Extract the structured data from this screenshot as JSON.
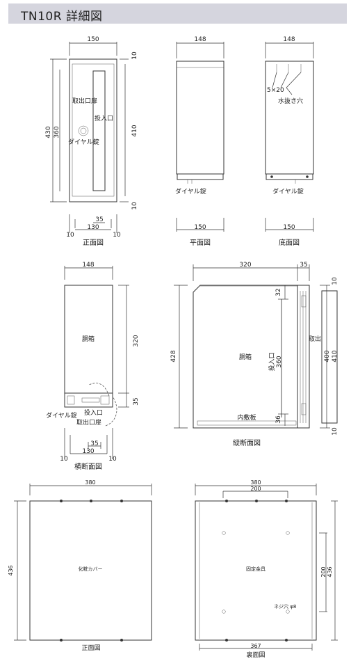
{
  "title": "TN10R  詳細図",
  "front": {
    "dim_width": "150",
    "dim_top": "10",
    "dim_height_total": "430",
    "dim_height_inner": "360",
    "dim_height_right": "410",
    "dim_bottom": "10",
    "dim_small": "35",
    "dim_inner_w": "130",
    "dim_side_left": "10",
    "dim_side_right": "10",
    "label_door": "取出口扉",
    "label_slot": "投入口",
    "label_lock": "ダイヤル錠",
    "caption": "正面図"
  },
  "top": {
    "dim_width": "148",
    "dim_bottom": "150",
    "label_lock": "ダイヤル錠",
    "caption": "平面図"
  },
  "bottom": {
    "dim_width": "148",
    "dim_bottom": "150",
    "label_hole": "5×20",
    "label_drain": "水抜き穴",
    "label_lock": "ダイヤル錠",
    "caption": "底面図"
  },
  "cross": {
    "dim_width": "148",
    "dim_height": "320",
    "dim_side": "35",
    "label_body": "胴箱",
    "label_lock": "ダイヤル錠",
    "label_slot": "投入口",
    "label_door": "取出口扉",
    "dim_small": "35",
    "dim_inner_w": "130",
    "dim_left": "10",
    "dim_right": "10",
    "caption": "横断面図"
  },
  "section": {
    "dim_width": "320",
    "dim_depth": "35",
    "dim_top_right": "10",
    "dim_height": "428",
    "dim_32": "32",
    "label_body": "胴箱",
    "label_slot": "投入口",
    "dim_360": "360",
    "label_door": "取出口扉",
    "dim_400": "400",
    "dim_410": "410",
    "label_plate": "内敷板",
    "dim_36": "36",
    "dim_bottom_right": "10",
    "caption": "縦断面図"
  },
  "cover_front": {
    "dim_width": "380",
    "dim_height": "436",
    "label": "化粧カバー",
    "caption": "正面図"
  },
  "cover_back": {
    "dim_width": "380",
    "dim_inner": "200",
    "dim_right_inner": "200",
    "dim_right_outer": "436",
    "label": "固定金具",
    "label_screw": "ネジ穴 φ8",
    "dim_bottom": "367",
    "caption": "裏面図"
  }
}
